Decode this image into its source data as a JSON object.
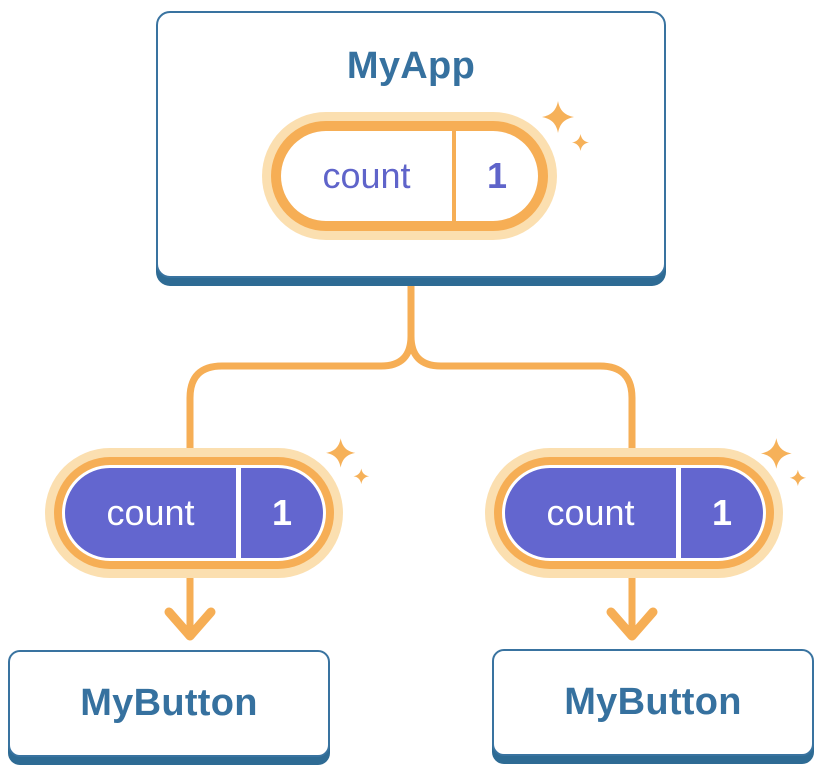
{
  "diagram": {
    "root": {
      "title": "MyApp",
      "pill": {
        "label": "count",
        "value": "1"
      }
    },
    "children": [
      {
        "title": "MyButton",
        "pill": {
          "label": "count",
          "value": "1"
        }
      },
      {
        "title": "MyButton",
        "pill": {
          "label": "count",
          "value": "1"
        }
      }
    ]
  },
  "colors": {
    "background": "#FFFFFF",
    "card_text": "#36719F",
    "card_border": "#3973A0",
    "card_shadow": "#2E6B94",
    "connector": "#F6AE55",
    "pill_ring": "#F6AE55",
    "pill_glow": "#FBDFB0",
    "state_pill_bg": "#FFFFFF",
    "state_pill_text": "#5F64CA",
    "props_pill_bg": "#6366CF",
    "props_pill_text": "#FFFFFF",
    "sparkle": "#F6B159"
  }
}
